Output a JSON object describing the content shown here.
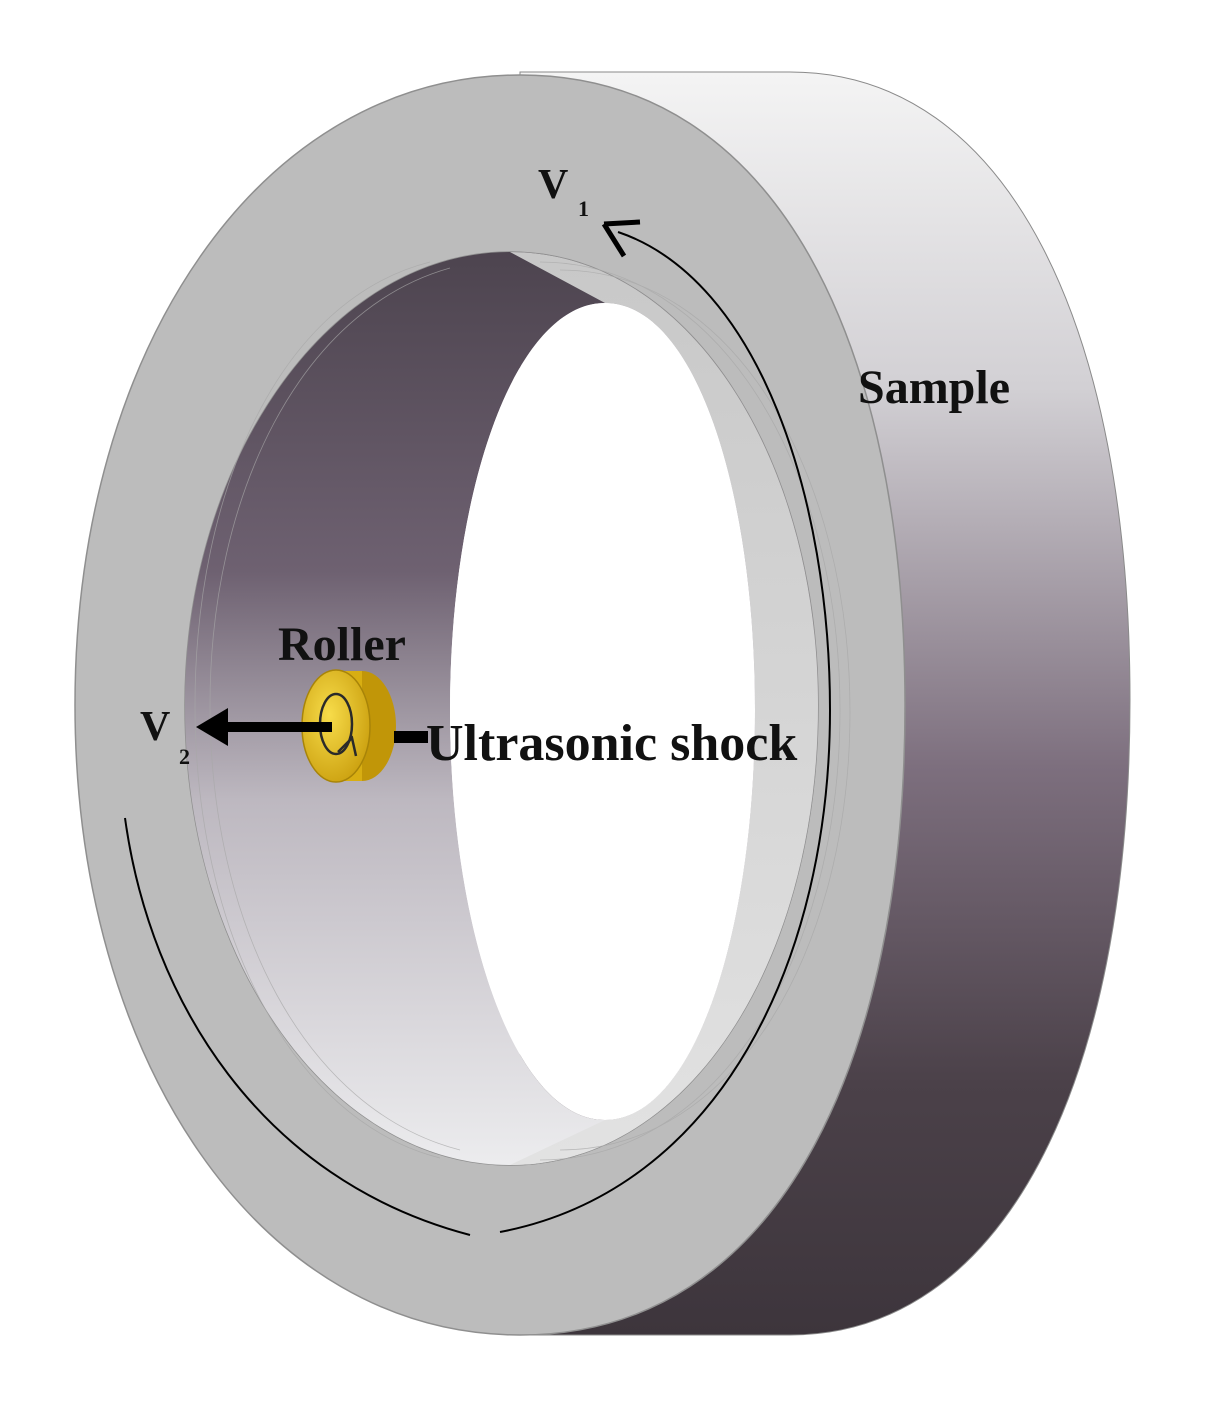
{
  "labels": {
    "v1": "V",
    "v1_sub": "1",
    "v2": "V",
    "v2_sub": "2",
    "sample": "Sample",
    "roller": "Roller",
    "ultrasonic": "Ultrasonic shock"
  },
  "colors": {
    "face_light": "#b9b9b9",
    "face_edge": "#9a9a9a",
    "outer_top": "#f2f2f2",
    "outer_mid": "#7b6e7c",
    "outer_bottom": "#40373f",
    "bore_dark": "#4a414c",
    "bore_light": "#e6e5e8",
    "roller_gold": "#e9c21c",
    "roller_edge": "#b58f0a",
    "arrow": "#000000"
  }
}
